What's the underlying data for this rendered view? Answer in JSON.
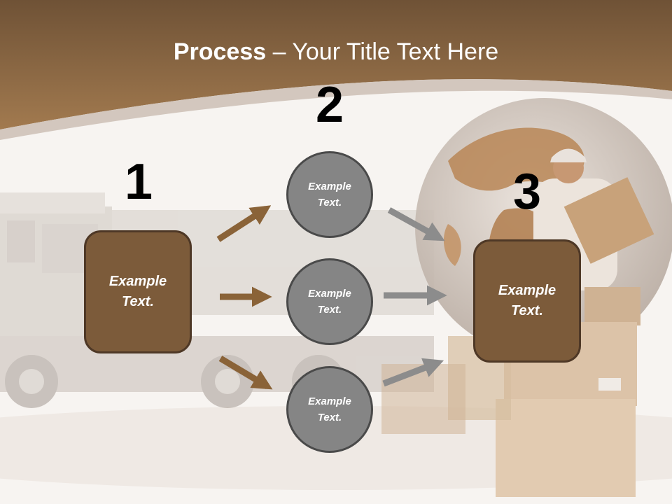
{
  "slide": {
    "title_bold": "Process",
    "title_rest": " – Your Title Text Here"
  },
  "steps": [
    {
      "number": "1",
      "label": "Example Text."
    },
    {
      "number": "2",
      "label": "Example Text."
    },
    {
      "number": "3",
      "label": "Example Text."
    }
  ],
  "options": [
    {
      "label": "Example Text."
    },
    {
      "label": "Example Text."
    },
    {
      "label": "Example Text."
    }
  ],
  "colors": {
    "header_brown": "#8e6a45",
    "box_brown": "#7c5b3a",
    "circle_gray": "#858585",
    "arrow_brown": "#8a6338",
    "arrow_gray": "#8c8c8c"
  },
  "icons": [
    "truck-illustration",
    "globe-illustration",
    "courier-illustration",
    "boxes-illustration"
  ]
}
